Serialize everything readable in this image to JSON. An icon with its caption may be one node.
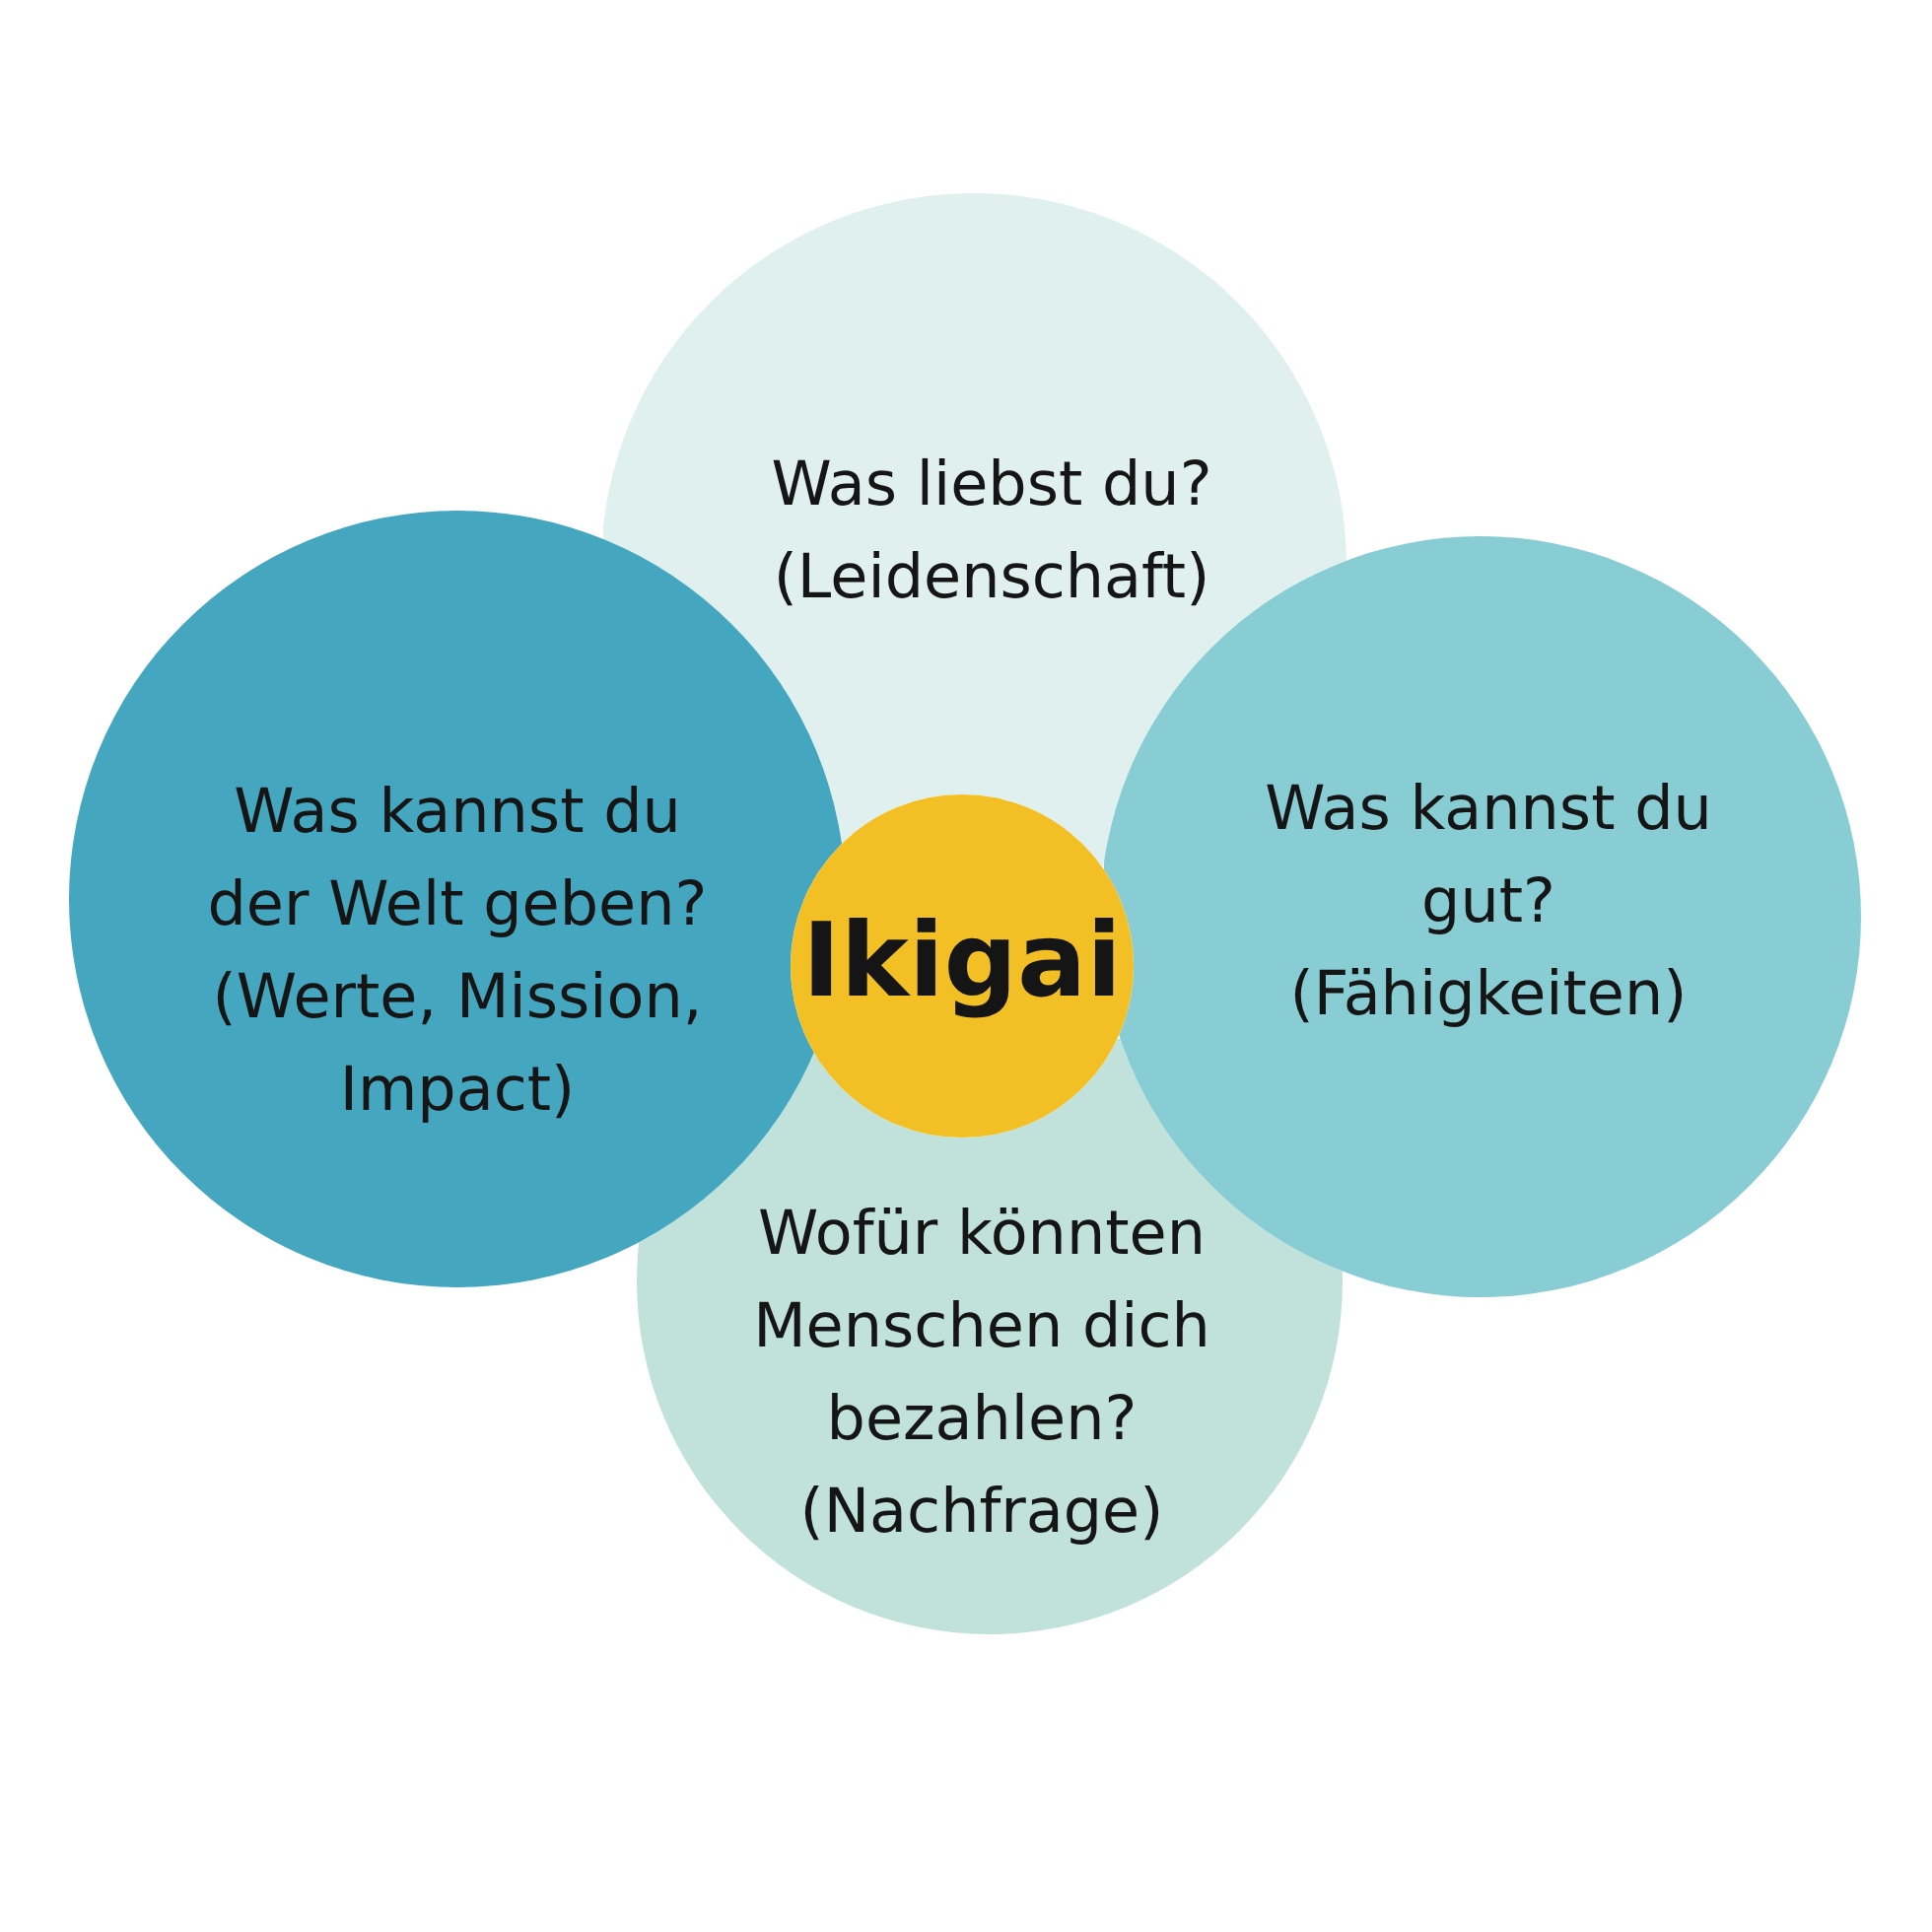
{
  "diagram": {
    "nodes": [
      {
        "text": [
          "Was liebst du?",
          "(Leidenschaft)"
        ]
      },
      {
        "text": [
          "Was kannst du der Welt geben?",
          "(Werte, Mission, Impact)"
        ]
      },
      {
        "text": [
          "Ikigai"
        ]
      },
      {
        "text": [
          "Was kannst du gut?",
          "(Fähigkeiten)"
        ]
      },
      {
        "text": [
          "Wofür könnten Menschen dich bezahlen?",
          "(Nachfrage)"
        ]
      }
    ]
  }
}
